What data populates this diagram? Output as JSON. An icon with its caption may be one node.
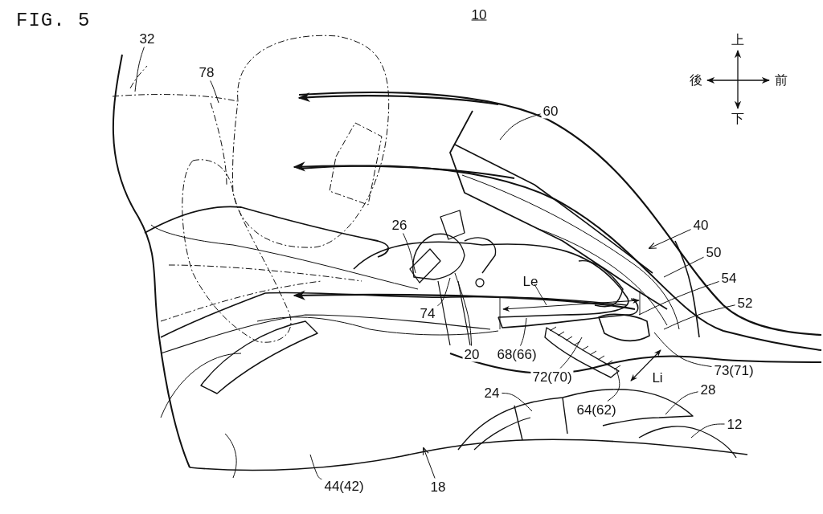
{
  "diagram": {
    "title": "FIG. 5",
    "nodes": [
      {
        "text": [
          "32"
        ]
      },
      {
        "text": [
          "78"
        ]
      },
      {
        "text": [
          "60"
        ]
      },
      {
        "text": [
          "26"
        ]
      },
      {
        "text": [
          "40"
        ]
      },
      {
        "text": [
          "50"
        ]
      },
      {
        "text": [
          "54"
        ]
      },
      {
        "text": [
          "52"
        ]
      },
      {
        "text": [
          "74"
        ]
      },
      {
        "text": [
          "20"
        ]
      },
      {
        "text": [
          "68(66)"
        ]
      },
      {
        "text": [
          "73(71)"
        ]
      },
      {
        "text": [
          "72(70)"
        ]
      },
      {
        "text": [
          "24"
        ]
      },
      {
        "text": [
          "28"
        ]
      },
      {
        "text": [
          "64(62)"
        ]
      },
      {
        "text": [
          "12"
        ]
      },
      {
        "text": [
          "44(42)"
        ]
      },
      {
        "text": [
          "18"
        ]
      }
    ],
    "edges": [
      {
        "from": 0,
        "to": null,
        "arrow": "none"
      },
      {
        "from": 1,
        "to": null,
        "arrow": "none"
      },
      {
        "from": 2,
        "to": null,
        "arrow": "none"
      },
      {
        "from": 3,
        "to": null,
        "arrow": "none"
      },
      {
        "from": 4,
        "to": null,
        "arrow": "to"
      },
      {
        "from": 5,
        "to": null,
        "arrow": "none"
      },
      {
        "from": 6,
        "to": null,
        "arrow": "none"
      },
      {
        "from": 7,
        "to": null,
        "arrow": "none"
      },
      {
        "from": 8,
        "to": null,
        "arrow": "none"
      },
      {
        "from": 9,
        "to": null,
        "arrow": "none"
      },
      {
        "from": 10,
        "to": null,
        "arrow": "none"
      },
      {
        "from": 11,
        "to": null,
        "arrow": "none"
      },
      {
        "from": 12,
        "to": null,
        "arrow": "none"
      },
      {
        "from": 13,
        "to": null,
        "arrow": "none"
      },
      {
        "from": 14,
        "to": null,
        "arrow": "none"
      },
      {
        "from": 15,
        "to": null,
        "arrow": "none"
      },
      {
        "from": 16,
        "to": null,
        "arrow": "none"
      },
      {
        "from": 17,
        "to": null,
        "arrow": "none"
      },
      {
        "from": 18,
        "to": null,
        "arrow": "to"
      }
    ],
    "labels": [
      "10",
      "上",
      "後",
      "前",
      "下",
      "Le",
      "Li"
    ]
  }
}
